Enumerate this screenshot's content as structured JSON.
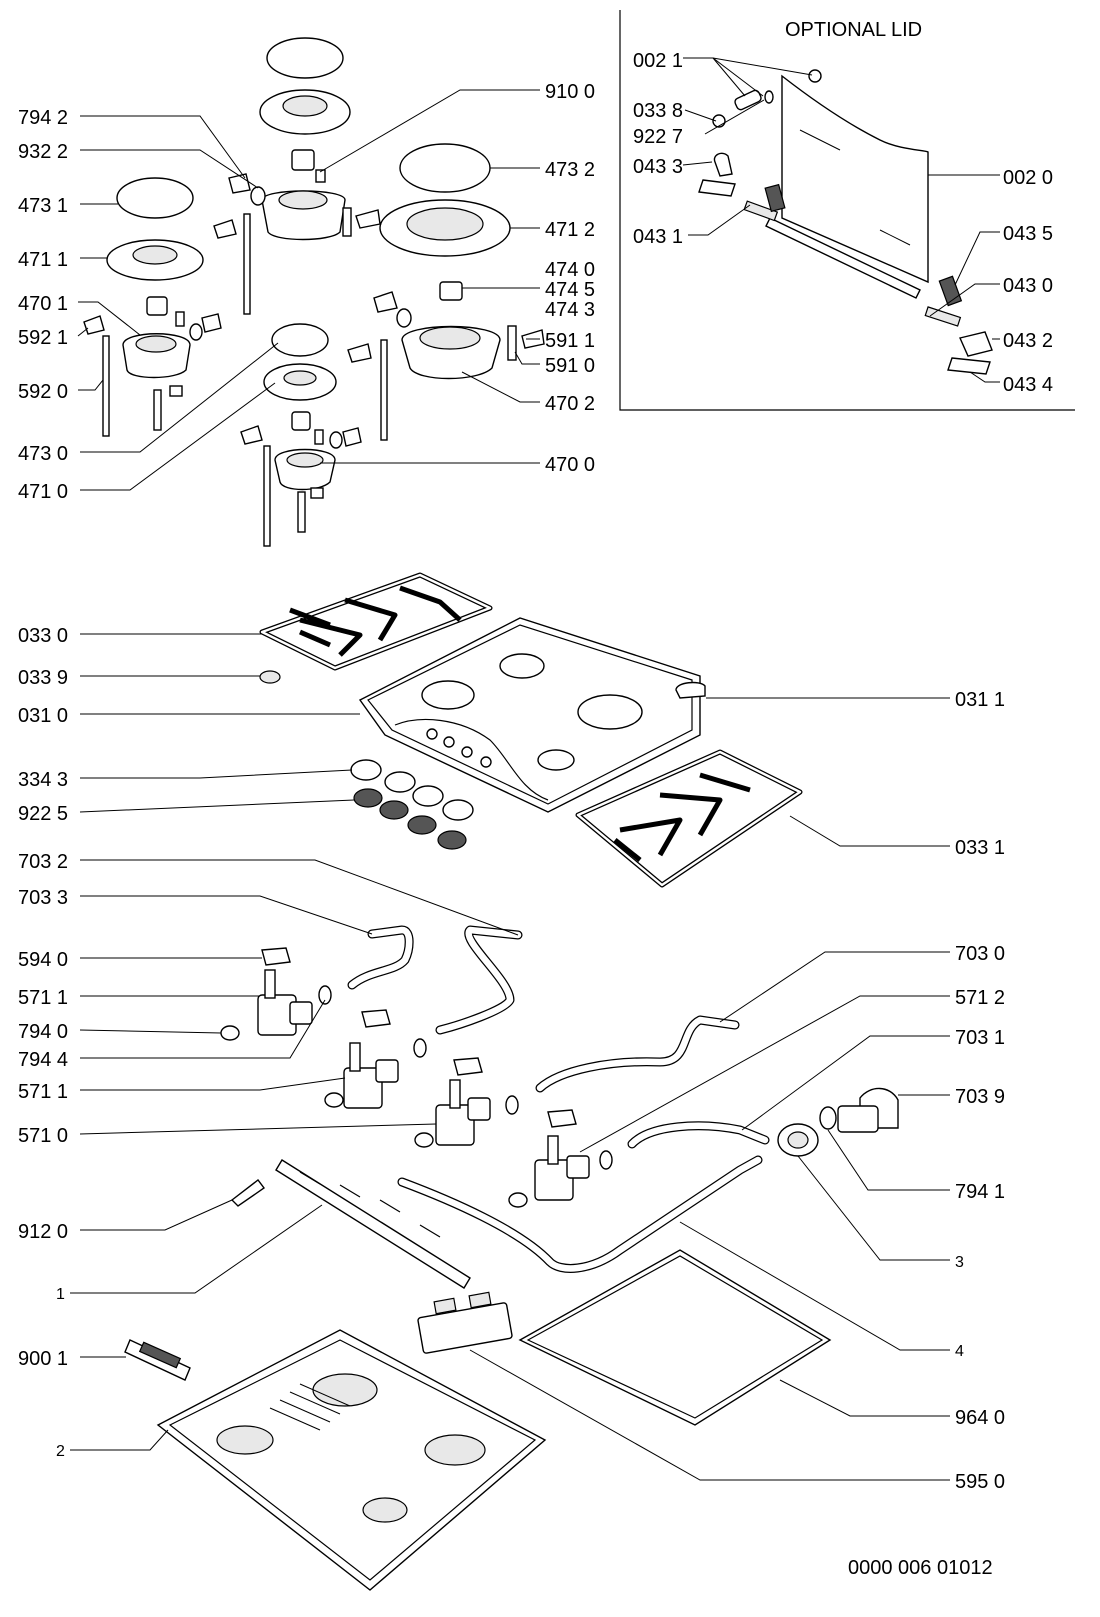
{
  "title": "OPTIONAL LID",
  "document_number": "0000 006 01012",
  "callouts": {
    "c0021": "002 1",
    "c0338": "033 8",
    "c9227": "922 7",
    "c0433": "043 3",
    "c0431": "043 1",
    "c0020": "002 0",
    "c0435": "043 5",
    "c0430": "043 0",
    "c0432": "043 2",
    "c0434": "043 4",
    "c9100": "910 0",
    "c7942": "794 2",
    "c9322": "932 2",
    "c4732": "473 2",
    "c4731": "473 1",
    "c4712": "471 2",
    "c4711": "471 1",
    "c4740": "474 0",
    "c4745": "474 5",
    "c4743": "474 3",
    "c4701": "470 1",
    "c5921": "592 1",
    "c5911": "591 1",
    "c5920": "592 0",
    "c5910": "591 0",
    "c4702": "470 2",
    "c4730": "473 0",
    "c4710": "471 0",
    "c4700": "470 0",
    "c0330": "033 0",
    "c0339": "033 9",
    "c0310": "031 0",
    "c0311": "031 1",
    "c3343": "334 3",
    "c9225": "922 5",
    "c0331": "033 1",
    "c7032": "703 2",
    "c7033": "703 3",
    "c5940": "594 0",
    "c5711a": "571 1",
    "c7940": "794 0",
    "c7944": "794 4",
    "c5711b": "571 1",
    "c5710": "571 0",
    "c7030": "703 0",
    "c5712": "571 2",
    "c7031": "703 1",
    "c7039": "703 9",
    "c7941": "794 1",
    "c3": "3",
    "c9120": "912 0",
    "c1": "1",
    "c4": "4",
    "c9001": "900 1",
    "c9640": "964 0",
    "c2": "2",
    "c5950": "595 0"
  },
  "icons": {
    "burner_cap": "burner-cap-icon",
    "burner_head": "burner-head-icon",
    "burner_base": "burner-base-icon",
    "gas_valve": "gas-valve-icon",
    "knob": "control-knob-icon",
    "pan_support": "pan-support-grate-icon"
  },
  "colors": {
    "ink": "#000000",
    "paper": "#ffffff"
  }
}
